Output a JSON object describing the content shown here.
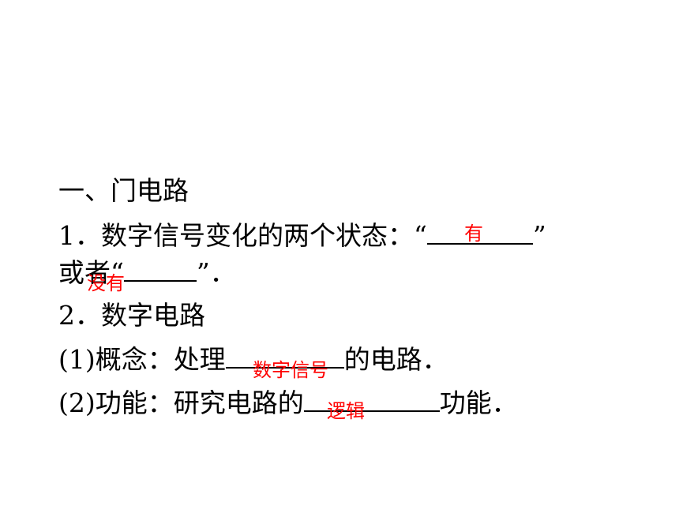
{
  "section_title": "一、门电路",
  "item1": {
    "prefix": "1．数字信号变化的两个状态：",
    "open_quote_1": "“",
    "close_quote_1": "”",
    "connector": "或者",
    "open_quote_2": "“",
    "close_quote_2": "”",
    "end": "．",
    "answer_1": "有",
    "answer_2": "没有"
  },
  "item2": {
    "heading": "2．数字电路",
    "concept_prefix": "(1)概念：处理",
    "concept_suffix": "的电路．",
    "concept_answer": "数字信号",
    "function_prefix": "(2)功能：研究电路的",
    "function_suffix": "功能．",
    "function_answer": "逻辑"
  },
  "colors": {
    "text": "#000000",
    "answer": "#ff0000",
    "background": "#ffffff"
  }
}
